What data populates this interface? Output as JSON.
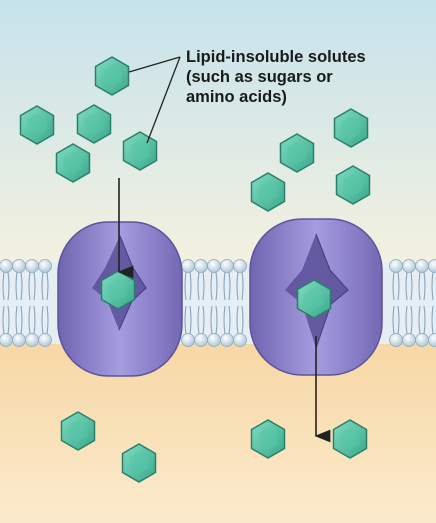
{
  "diagram": {
    "label_lines": [
      "Lipid-insoluble solutes",
      "(such as sugars or",
      "amino acids)"
    ],
    "colors": {
      "extracellular_top": "#c6e2ec",
      "extracellular_bottom": "#f3f1df",
      "intracellular_top": "#f7d7a4",
      "intracellular_bottom": "#fbebcd",
      "lipid_head": "#c9dbe8",
      "protein": "#8d83c8",
      "protein_dark": "#5d539b",
      "solute": "#4dc0a2",
      "solute_edge": "#2b7f6a"
    },
    "icons": [
      "solute-molecule-icon",
      "channel-protein-icon",
      "arrow-icon"
    ]
  }
}
